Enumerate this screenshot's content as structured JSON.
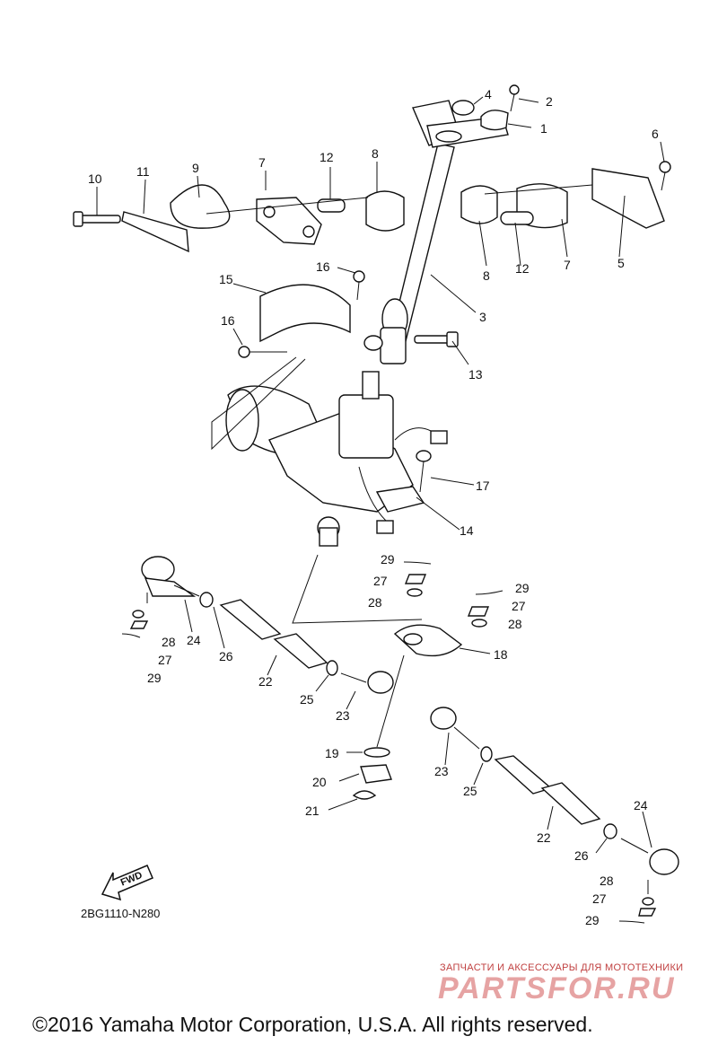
{
  "diagram_code": "2BG1110-N280",
  "fwd_label": "FWD",
  "watermark": {
    "tagline": "ЗАПЧАСТИ И АКСЕССУАРЫ ДЛЯ МОТОТЕХНИКИ",
    "brand": "PARTSFOR.RU"
  },
  "copyright": "©2016 Yamaha Motor Corporation, U.S.A. All rights reserved.",
  "callouts": [
    "1",
    "2",
    "3",
    "4",
    "5",
    "6",
    "7",
    "7",
    "8",
    "8",
    "9",
    "10",
    "11",
    "12",
    "12",
    "13",
    "14",
    "15",
    "16",
    "16",
    "17",
    "18",
    "19",
    "20",
    "21",
    "22",
    "22",
    "23",
    "23",
    "24",
    "24",
    "25",
    "25",
    "26",
    "26",
    "27",
    "27",
    "27",
    "27",
    "28",
    "28",
    "28",
    "28",
    "29",
    "29",
    "29",
    "29"
  ]
}
